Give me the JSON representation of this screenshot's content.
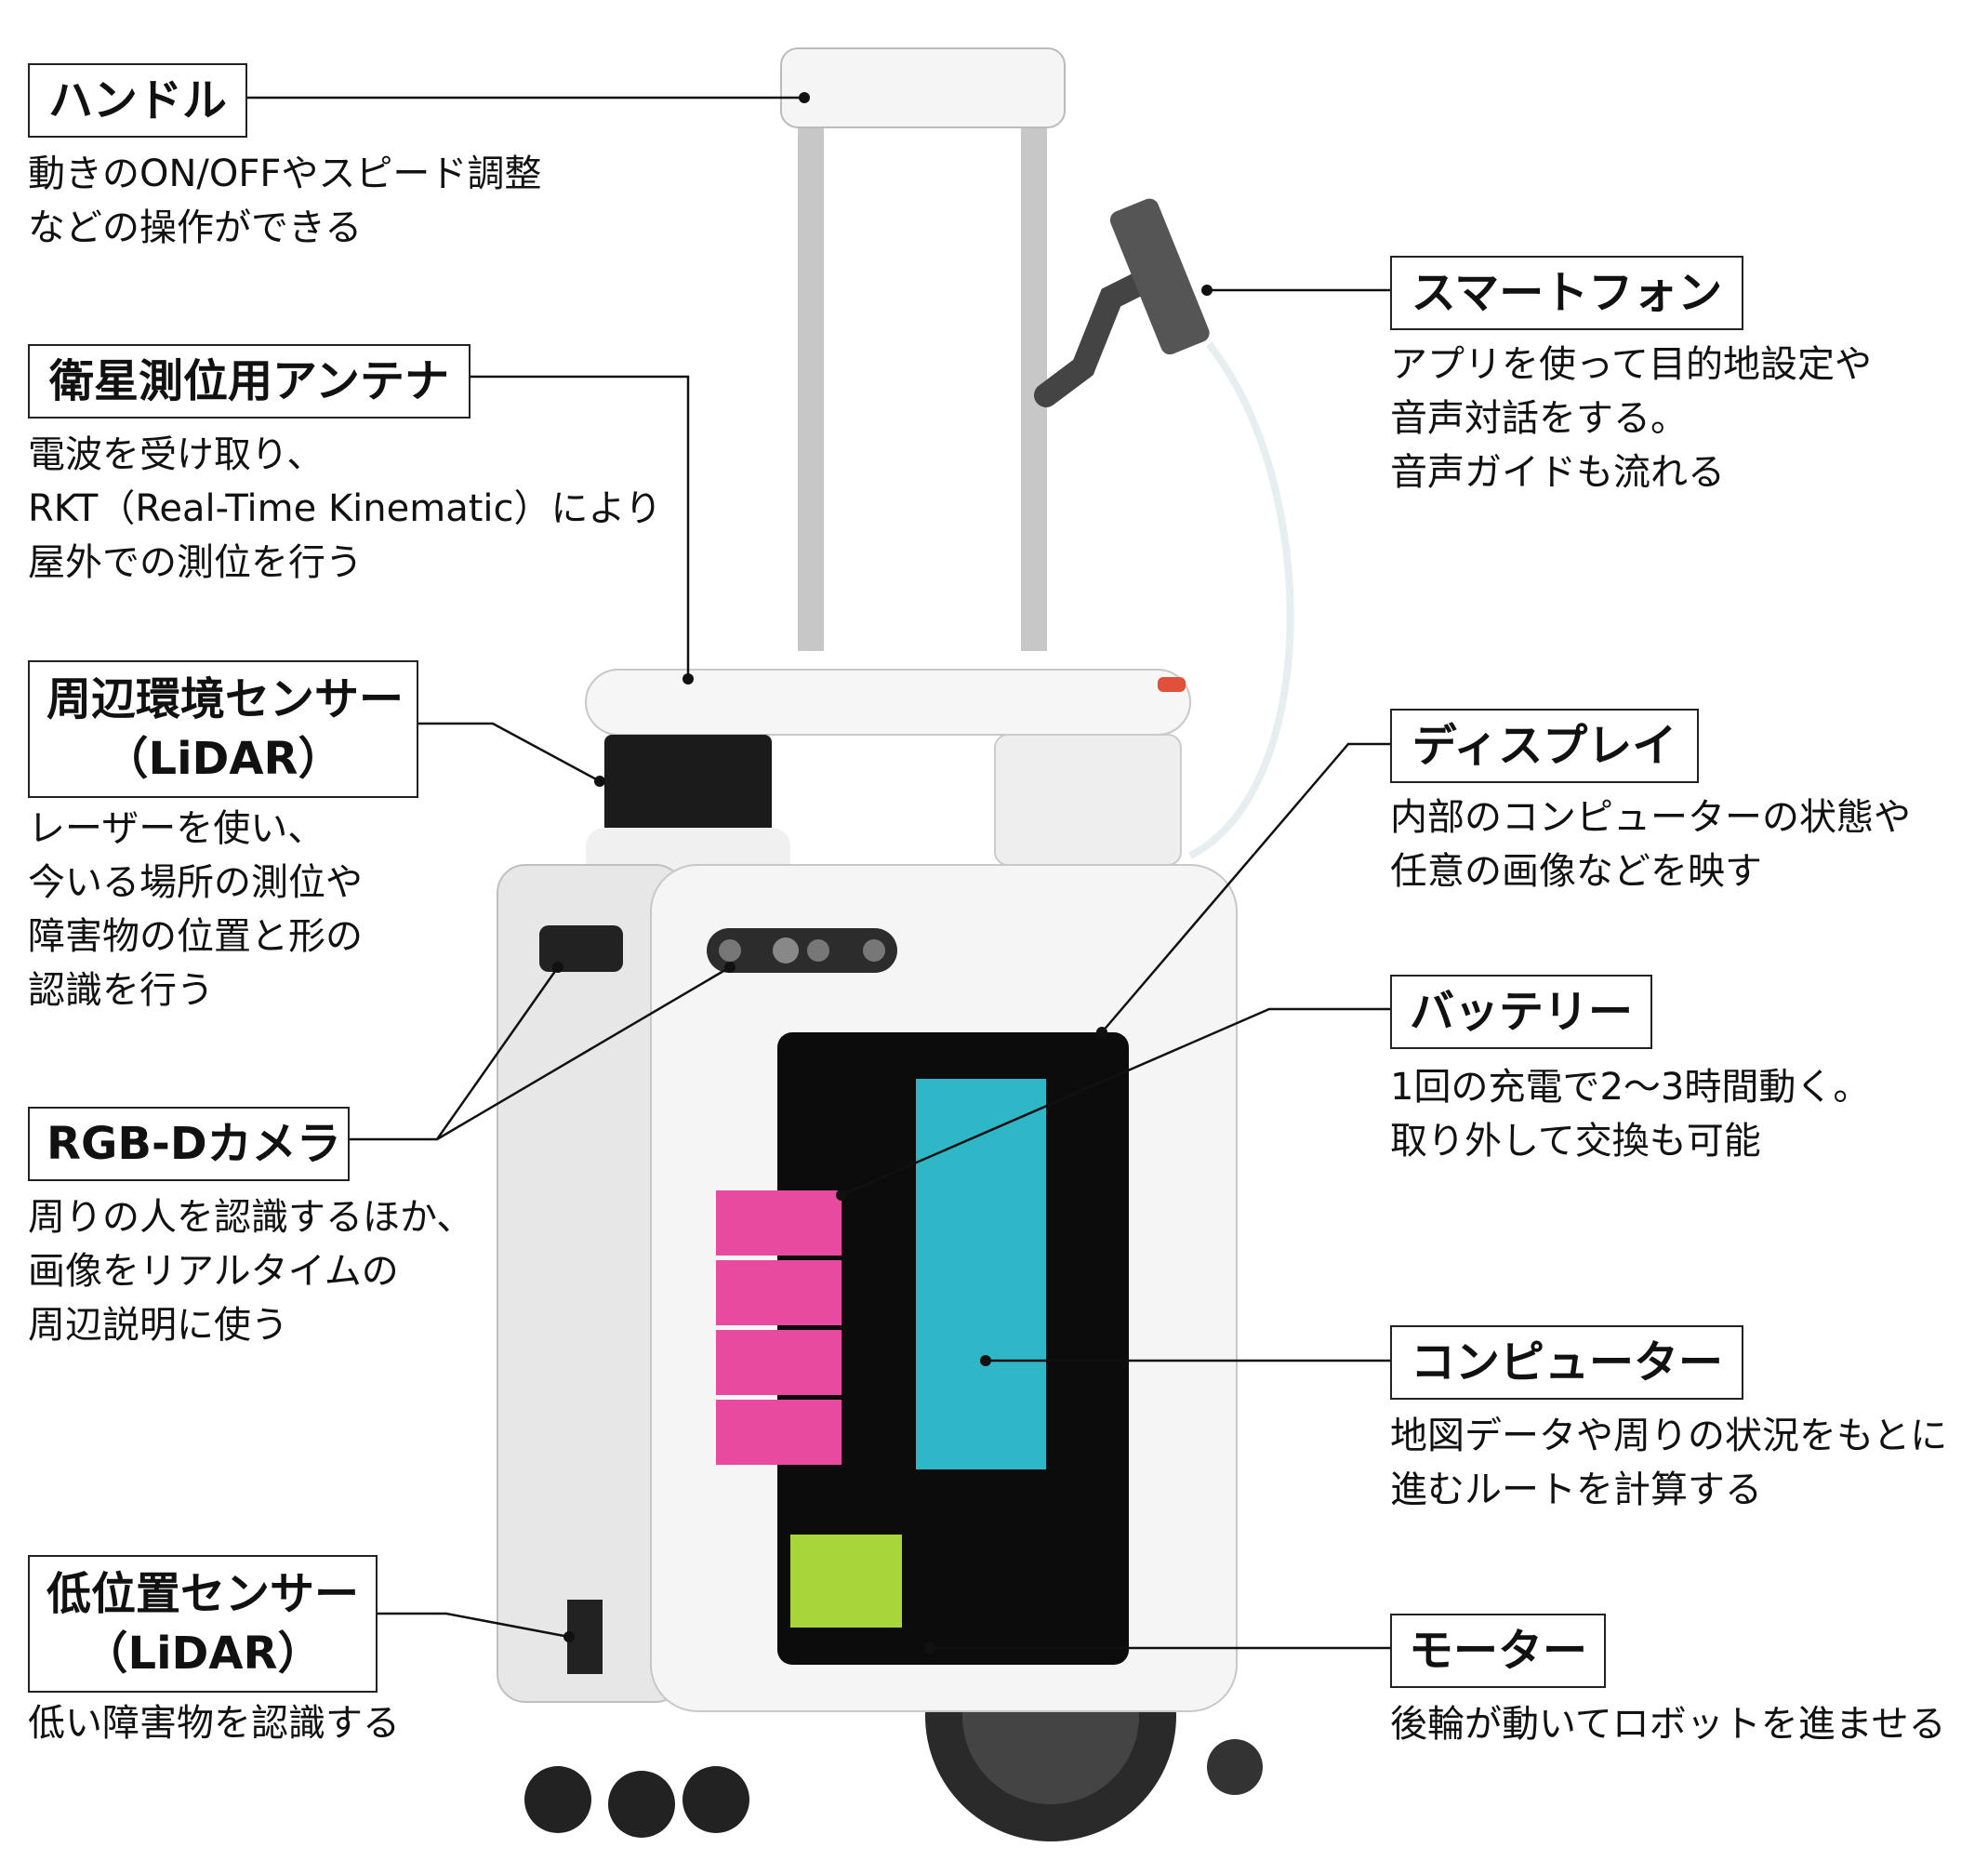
{
  "colors": {
    "body": "#f2f2f2",
    "battery": "#e84aa0",
    "board": "#2fb7c8",
    "motor": "#a8d53a",
    "leader": "#111111"
  },
  "labels": {
    "handle": {
      "title": "ハンドル",
      "desc": "動きのON/OFFやスピード調整\nなどの操作ができる"
    },
    "antenna": {
      "title": "衛星測位用アンテナ",
      "desc": "電波を受け取り、\nRKT（Real-Time Kinematic）により\n屋外での測位を行う"
    },
    "lidar": {
      "title_line1": "周辺環境センサー",
      "title_line2": "（LiDAR）",
      "desc": "レーザーを使い、\n今いる場所の測位や\n障害物の位置と形の\n認識を行う"
    },
    "camera": {
      "title": "RGB-Dカメラ",
      "desc": "周りの人を認識するほか、\n画像をリアルタイムの\n周辺説明に使う"
    },
    "low_lidar": {
      "title_line1": "低位置センサー",
      "title_line2": "（LiDAR）",
      "desc": "低い障害物を認識する"
    },
    "smartphone": {
      "title": "スマートフォン",
      "desc": "アプリを使って目的地設定や\n音声対話をする。\n音声ガイドも流れる"
    },
    "display": {
      "title": "ディスプレイ",
      "desc": "内部のコンピューターの状態や\n任意の画像などを映す"
    },
    "battery": {
      "title": "バッテリー",
      "desc": "1回の充電で2〜3時間動く。\n取り外して交換も可能"
    },
    "computer": {
      "title": "コンピューター",
      "desc": "地図データや周りの状況をもとに\n進むルートを計算する"
    },
    "motor": {
      "title": "モーター",
      "desc": "後輪が動いてロボットを進ませる"
    }
  }
}
